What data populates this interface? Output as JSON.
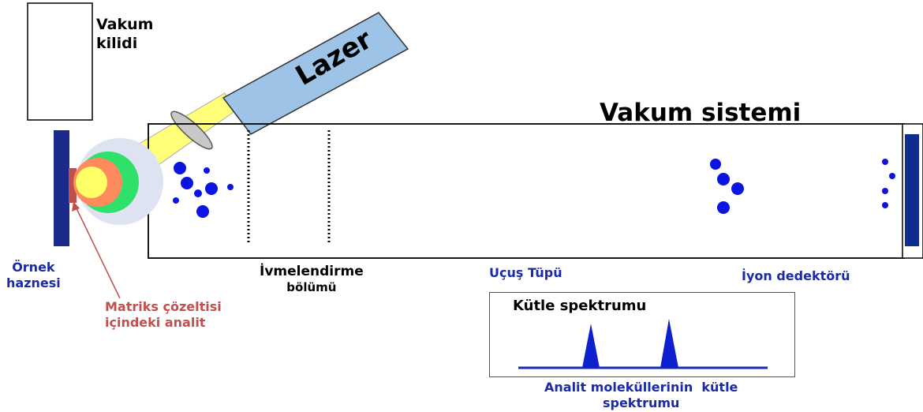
{
  "labels": {
    "vacuum_lock": [
      "Vakum",
      "kilidi"
    ],
    "laser": "Lazer",
    "vacuum_system": "Vakum sistemi",
    "sample_holder": [
      "Örnek",
      "haznesi"
    ],
    "acceleration": [
      "İvmelendirme",
      "bölümü"
    ],
    "flight_tube": "Uçuş Tüpü",
    "ion_detector": "İyon dedektörü",
    "matrix_analyte": [
      "Matriks çözeltisi",
      "içindeki analit"
    ],
    "mass_spectrum_title": "Kütle spektrumu",
    "spectrum_caption": [
      "Analit moleküllerinin  kütle",
      "spektrumu"
    ]
  },
  "colors": {
    "ion": "#0b14e0",
    "laser_body": "#9dc3e6",
    "beam": "#ffff7a",
    "detector": "#0e2d8f",
    "matrix_label": "#c0504d",
    "blue_label": "#1a2aa8"
  },
  "icons": [
    "vacuum-lock-box",
    "laser-source",
    "focusing-lens",
    "ion-cloud",
    "ion-detector-plate"
  ]
}
